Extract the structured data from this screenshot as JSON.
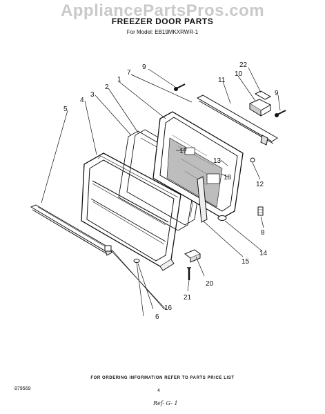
{
  "watermark": "AppliancePartsPros.com",
  "title": "FREEZER DOOR PARTS",
  "subtitle": "For Model: EB19MKXRWR-1",
  "callouts": [
    {
      "id": "1",
      "label": "1"
    },
    {
      "id": "2",
      "label": "2"
    },
    {
      "id": "3",
      "label": "3"
    },
    {
      "id": "4",
      "label": "4"
    },
    {
      "id": "5",
      "label": "5"
    },
    {
      "id": "6",
      "label": "6"
    },
    {
      "id": "7",
      "label": "7"
    },
    {
      "id": "8",
      "label": "8"
    },
    {
      "id": "9a",
      "label": "9"
    },
    {
      "id": "9b",
      "label": "9"
    },
    {
      "id": "10",
      "label": "10"
    },
    {
      "id": "11",
      "label": "11"
    },
    {
      "id": "12",
      "label": "12"
    },
    {
      "id": "13",
      "label": "13"
    },
    {
      "id": "14",
      "label": "14"
    },
    {
      "id": "15",
      "label": "15"
    },
    {
      "id": "16",
      "label": "16"
    },
    {
      "id": "17",
      "label": "17"
    },
    {
      "id": "18",
      "label": "18"
    },
    {
      "id": "20",
      "label": "20"
    },
    {
      "id": "21",
      "label": "21"
    },
    {
      "id": "22",
      "label": "22"
    }
  ],
  "footer": {
    "ordering_note": "FOR ORDERING INFORMATION REFER TO PARTS PRICE LIST",
    "doc_number": "879569",
    "page_number": "4",
    "handwritten_mark": "Ref- G- 1"
  }
}
